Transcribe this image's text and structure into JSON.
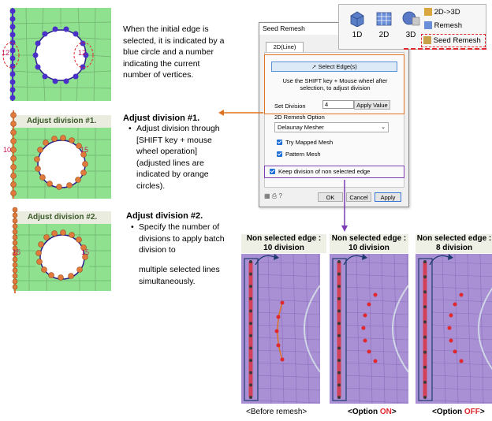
{
  "descriptions": {
    "initial": "When the initial edge is selected, it is indicated by a blue circle and a number indicating the current number of vertices.",
    "div1_title": "Adjust division #1.",
    "div1_body": "Adjust division through [SHIFT key + mouse wheel operation] (adjusted lines are indicated by orange circles).",
    "div2_title": "Adjust division #2.",
    "div2_body_a": "Specify the number of divisions to apply batch division to",
    "div2_body_b": "multiple selected lines simultaneously.",
    "bullet": "•"
  },
  "panels": {
    "initial_count_left": "12",
    "initial_count_right": "12",
    "div1_header": "Adjust  division #1.",
    "div1_count_left": "10",
    "div1_count_right": "15",
    "div2_header": "Adjust division #2.",
    "div2_count_left": "15",
    "div2_count_right": "15"
  },
  "dialog": {
    "title": "Seed Remesh",
    "close": "×",
    "tab": "2D(Line)",
    "select_edges_button": "Select Edge(s)",
    "hint": "Use the SHIFT key + Mouse wheel after selection, to adjust division",
    "set_division_label": "Set Division",
    "set_division_value": "4",
    "apply_value_button": "Apply Value",
    "remesh_option_label": "2D Remesh Option",
    "mesher_selected": "Delaunay Mesher",
    "try_mapped_mesh": "Try Mapped Mesh",
    "pattern_mesh": "Pattern Mesh",
    "keep_division": "Keep division of non selected edge",
    "ok_button": "OK",
    "cancel_button": "Cancel",
    "apply_button": "Apply"
  },
  "ribbon": {
    "btn_1d": "1D",
    "btn_2d": "2D",
    "btn_3d": "3D",
    "btn_2d3d": "2D->3D",
    "btn_remesh": "Remesh",
    "btn_seed_remesh": "Seed Remesh"
  },
  "comparison": [
    {
      "caption_line1": "Non selected edge :",
      "caption_line2": "10 division",
      "label": "<Before remesh>",
      "label_prefix": "",
      "label_highlight": "",
      "label_suffix": ""
    },
    {
      "caption_line1": "Non selected edge :",
      "caption_line2": "10 division",
      "label": "",
      "label_prefix": "<Option ",
      "label_highlight": "ON",
      "label_suffix": ">"
    },
    {
      "caption_line1": "Non selected edge :",
      "caption_line2": "8 division",
      "label": "",
      "label_prefix": "<Option ",
      "label_highlight": "OFF",
      "label_suffix": ">"
    }
  ],
  "colors": {
    "mesh_green": "#8fe08f",
    "mesh_purple": "#a98fd3",
    "vertex_blue": "#4a2fc9",
    "vertex_orange": "#e07a3c",
    "highlight_orange": "#e0731f",
    "highlight_red": "#e0282e",
    "arrow_navy": "#1f3a6e",
    "dialog_purple": "#7b3fb3",
    "label_red": "#e0282e"
  }
}
